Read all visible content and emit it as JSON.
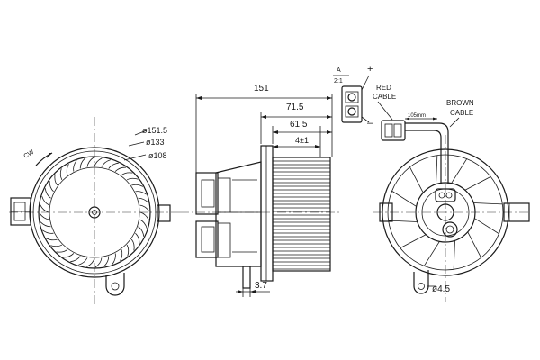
{
  "diagram": {
    "front_view": {
      "rotation_label": "CW",
      "dims": [
        "ø151.5",
        "ø133",
        "ø108"
      ]
    },
    "side_view": {
      "dims": [
        "151",
        "71.5",
        "61.5",
        "4±1",
        "3.7"
      ]
    },
    "back_view": {
      "hole_label": "ø4.5"
    },
    "connector": {
      "label_a": "A",
      "label_ratio": "2:1",
      "plus": "+",
      "minus": "–",
      "red_line1": "RED",
      "red_line2": "CABLE",
      "brown_line1": "BROWN",
      "brown_line2": "CABLE",
      "length": "105mm"
    }
  }
}
